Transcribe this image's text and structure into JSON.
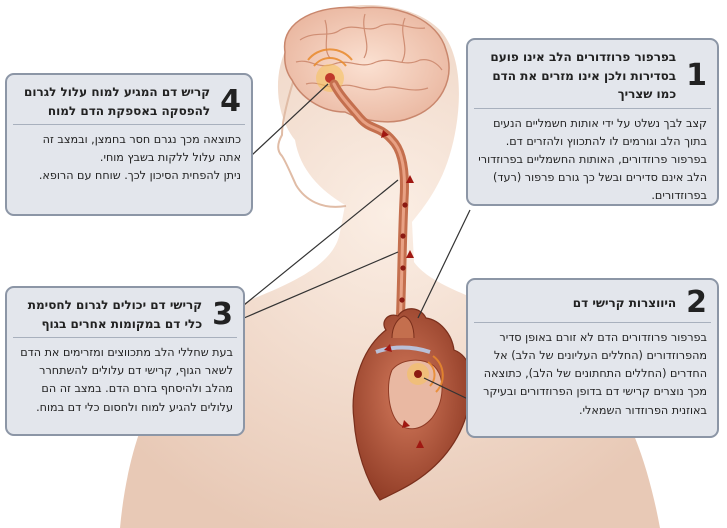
{
  "boxes": {
    "b1": {
      "number": "1",
      "title": "בפרפור פרוזדורים הלב אינו פועם בסדירות ולכן אינו מזרים את הדם כמו שצריך",
      "body": "קצב לבך נשלט על ידי אותות חשמליים הנעים בתוך הלב וגורמים לו להתכווץ ולהזרים דם. בפרפור פרוזדורים, האותות החשמליים בפרוזדורי הלב אינם סדירים ובשל כך גורם פרפור (רעד) בפרוזדורים."
    },
    "b2": {
      "number": "2",
      "title": "היווצרות קרישי דם",
      "body": "בפרפור פרוזדורים הדם לא זורם באופן סדיר מהפרוזדורים (החללים העליונים של הלב) אל החדרים (החללים התחתונים של הלב), כתוצאה מכך נוצרים קרישי דם בדופן הפרוזדורים ובעיקר באוזנית הפרוזדור השמאלי."
    },
    "b3": {
      "number": "3",
      "title": "קרישי דם יכולים לגרום לחסימת כלי דם במקומות אחרים בגוף",
      "body": "בעת שחללי הלב מתכווצים ומזרימים את הדם לשאר הגוף, קרישי דם עלולים להשתחרר מהלב ולהיסחף בזרם הדם. במצב זה הם עלולים להגיע למוח ולחסום כלי דם במוח."
    },
    "b4": {
      "number": "4",
      "title": "קריש דם המגיע למוח עלול לגרום להפסקה באספקת הדם למוח",
      "body": "כתוצאה מכך נגרם חסר בחמצן, ובמצב זה אתה עלול ללקות בשבץ מוחי.\nניתן להפחית הסיכון לכך. שוחח עם הרופא."
    }
  },
  "colors": {
    "box_bg": "#e3e6ec",
    "box_border": "#8c96a6",
    "skin": "#f2dccd",
    "artery": "#c46f4e",
    "clot": "#8b1a12",
    "heart": "#b25b3e"
  }
}
